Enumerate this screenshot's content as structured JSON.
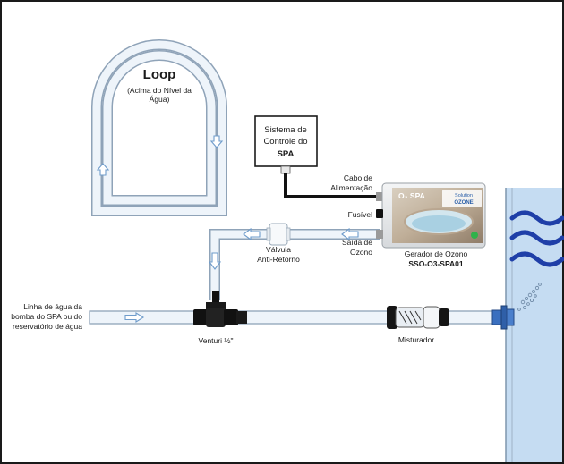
{
  "loop": {
    "title": "Loop",
    "subtitle_line1": "(Acima do Nível da",
    "subtitle_line2": "Água)"
  },
  "control_system": {
    "line1": "Sistema de",
    "line2": "Controle do",
    "line3": "SPA"
  },
  "power_cable": {
    "line1": "Cabo de",
    "line2": "Alimentação"
  },
  "fuse": {
    "label": "Fusível"
  },
  "ozone_outlet": {
    "line1": "Saída de",
    "line2": "Ozono"
  },
  "generator": {
    "brand_text": "O₃ SPA",
    "logo_line1": "Solution",
    "logo_line2": "OZONE",
    "label_line1": "Gerador de Ozono",
    "label_line2": "SSO-O3-SPA01"
  },
  "check_valve": {
    "line1": "Válvula",
    "line2": "Anti-Retorno"
  },
  "water_line": {
    "line1": "Linha de água da",
    "line2": "bomba do SPA ou do",
    "line3": "reservatório de água"
  },
  "venturi": {
    "label": "Venturi ½\""
  },
  "mixer": {
    "label": "Misturador"
  },
  "colors": {
    "pipe_fill": "#eef4fa",
    "pipe_stroke": "#8fa3b8",
    "water": "#c5dcf2",
    "wave": "#1f3fa8",
    "cable": "#111111",
    "arrow": "#6f9ccb"
  }
}
